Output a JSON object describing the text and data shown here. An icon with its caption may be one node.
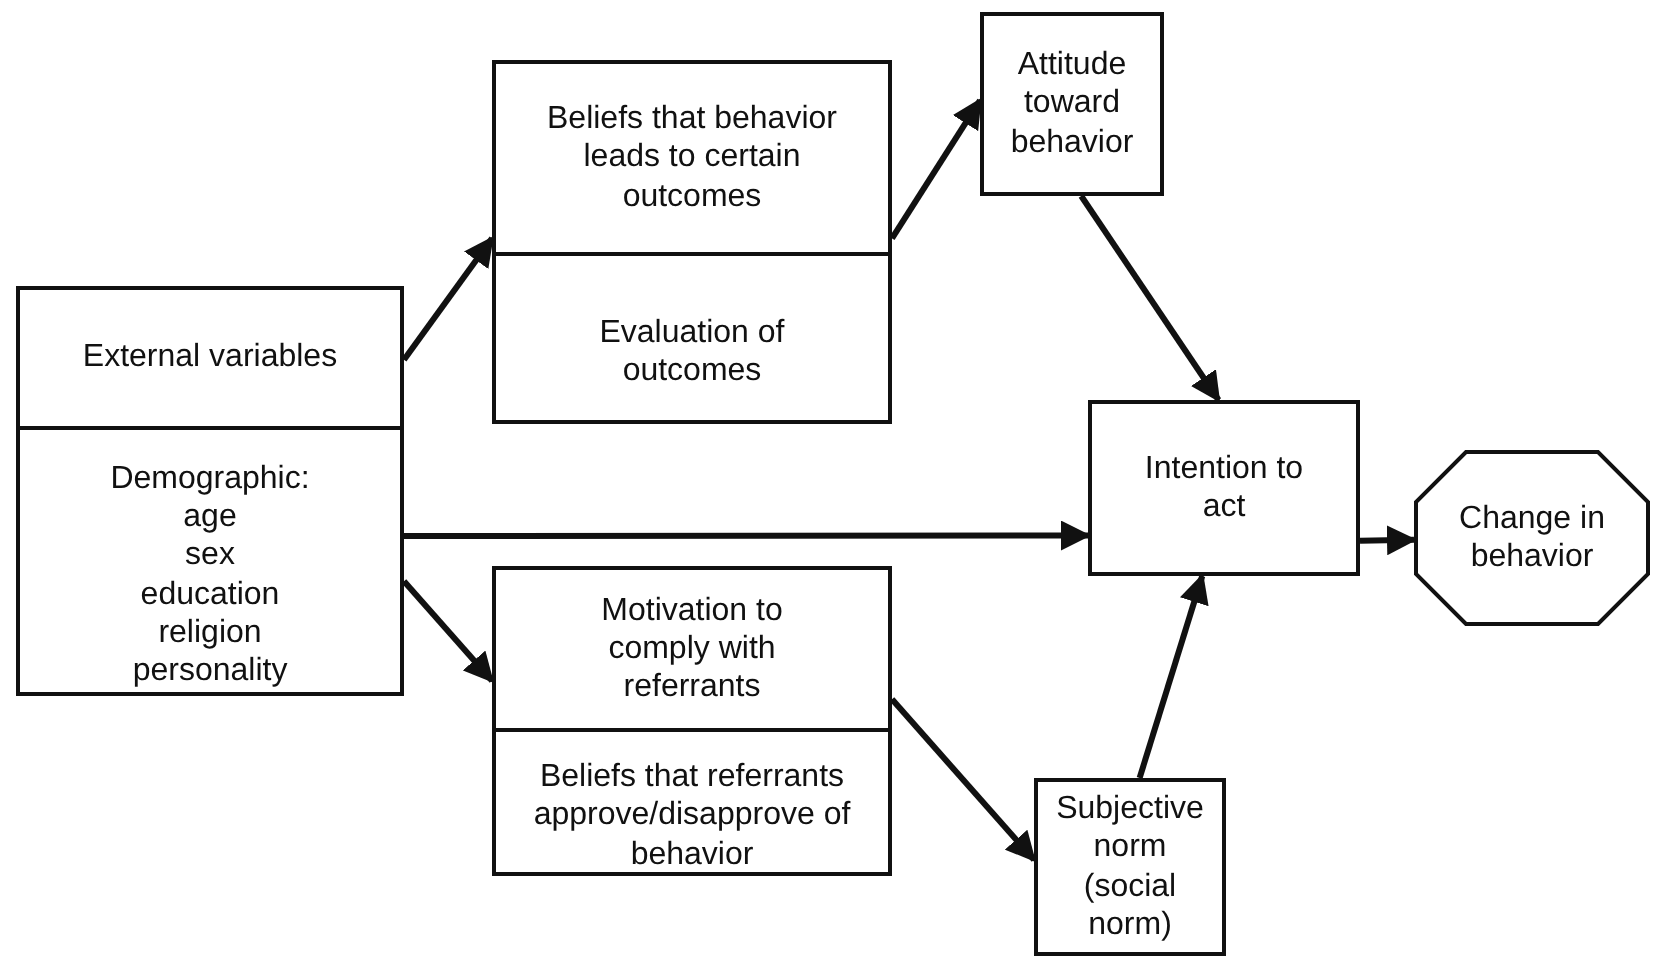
{
  "diagram": {
    "nodes": [
      {
        "text": [
          "External variables",
          "Demographic: age sex education religion personality"
        ]
      },
      {
        "text": [
          "Beliefs that behavior leads to certain outcomes",
          "Evaluation of outcomes"
        ]
      },
      {
        "text": [
          "Attitude toward behavior"
        ]
      },
      {
        "text": [
          "Intention to act"
        ]
      },
      {
        "text": [
          "Change in behavior"
        ]
      },
      {
        "text": [
          "Motivation to comply with referrants",
          "Beliefs that referrants approve/disapprove of behavior"
        ]
      },
      {
        "text": [
          "Subjective norm (social norm)"
        ]
      }
    ],
    "edges": [
      {
        "from": 0,
        "to": 1,
        "arrow": "to"
      },
      {
        "from": 1,
        "to": 2,
        "arrow": "to"
      },
      {
        "from": 2,
        "to": 3,
        "arrow": "to"
      },
      {
        "from": 0,
        "to": 3,
        "arrow": "to"
      },
      {
        "from": 0,
        "to": 5,
        "arrow": "to"
      },
      {
        "from": 5,
        "to": 6,
        "arrow": "to"
      },
      {
        "from": 6,
        "to": 3,
        "arrow": "to"
      },
      {
        "from": 3,
        "to": 4,
        "arrow": "to"
      }
    ]
  }
}
